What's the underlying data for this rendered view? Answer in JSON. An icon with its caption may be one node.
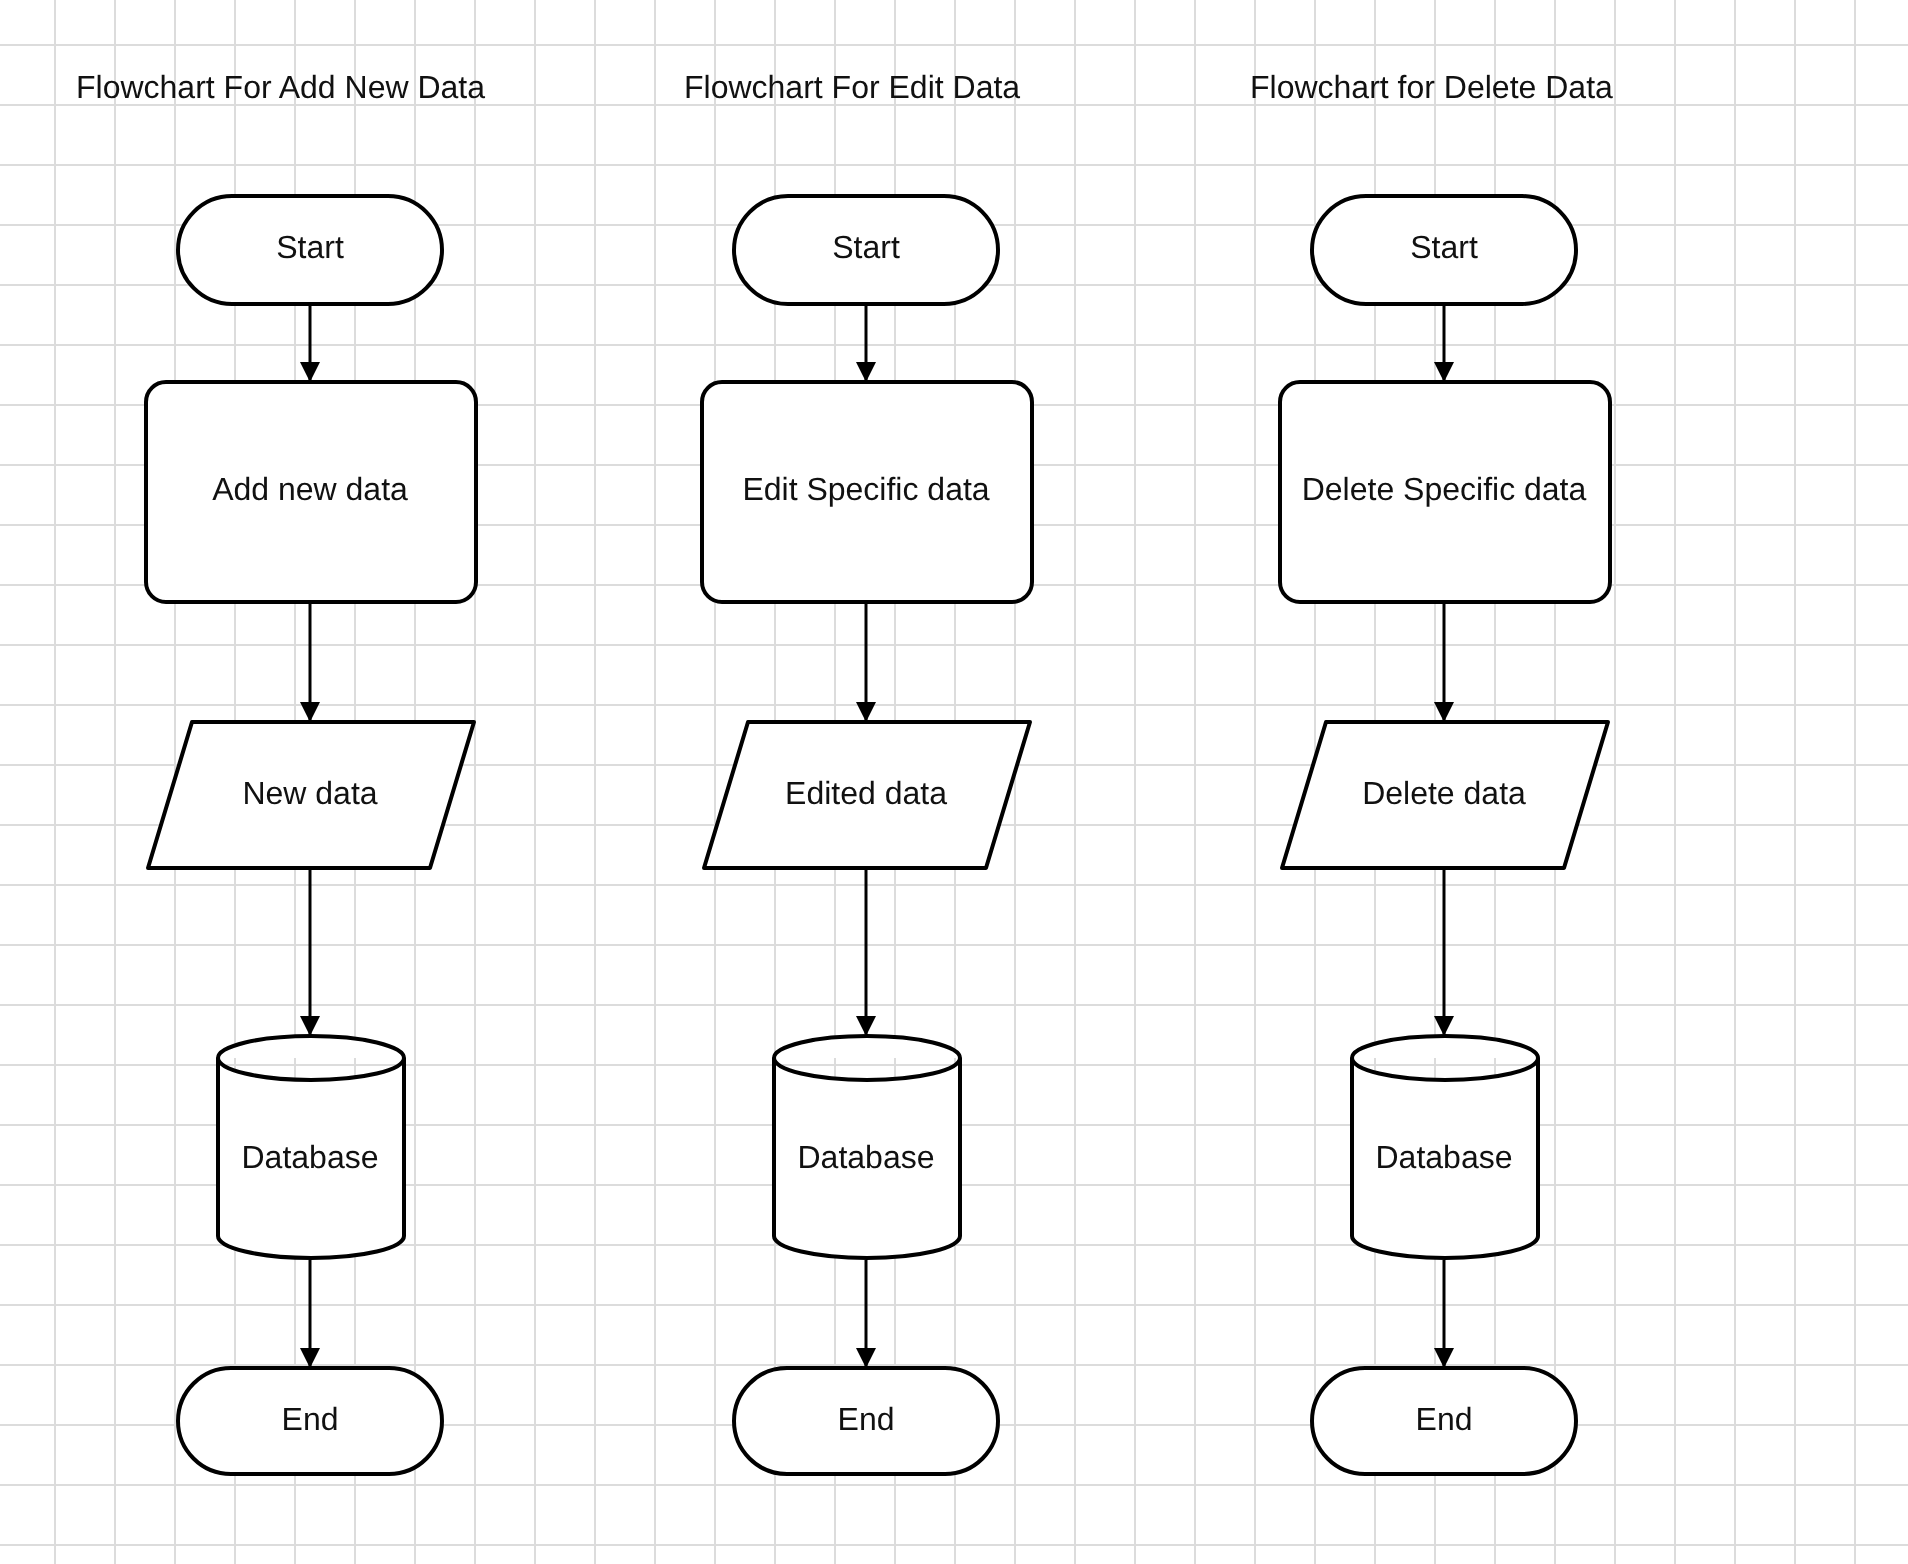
{
  "diagram": {
    "nodes": [
      {
        "text": [
          "Start"
        ]
      },
      {
        "text": [
          "Add new data"
        ]
      },
      {
        "text": [
          "New data"
        ]
      },
      {
        "text": [
          "Database"
        ]
      },
      {
        "text": [
          "End"
        ]
      },
      {
        "text": [
          "Start"
        ]
      },
      {
        "text": [
          "Edit Specific data"
        ]
      },
      {
        "text": [
          "Edited data"
        ]
      },
      {
        "text": [
          "Database"
        ]
      },
      {
        "text": [
          "End"
        ]
      },
      {
        "text": [
          "Start"
        ]
      },
      {
        "text": [
          "Delete Specific data"
        ]
      },
      {
        "text": [
          "Delete data"
        ]
      },
      {
        "text": [
          "Database"
        ]
      },
      {
        "text": [
          "End"
        ]
      }
    ],
    "edges": [
      {
        "from": 0,
        "to": 1,
        "arrow": "to"
      },
      {
        "from": 1,
        "to": 2,
        "arrow": "to"
      },
      {
        "from": 2,
        "to": 3,
        "arrow": "to"
      },
      {
        "from": 3,
        "to": 4,
        "arrow": "to"
      },
      {
        "from": 5,
        "to": 6,
        "arrow": "to"
      },
      {
        "from": 6,
        "to": 7,
        "arrow": "to"
      },
      {
        "from": 7,
        "to": 8,
        "arrow": "to"
      },
      {
        "from": 8,
        "to": 9,
        "arrow": "to"
      },
      {
        "from": 10,
        "to": 11,
        "arrow": "to"
      },
      {
        "from": 11,
        "to": 12,
        "arrow": "to"
      },
      {
        "from": 12,
        "to": 13,
        "arrow": "to"
      },
      {
        "from": 13,
        "to": 14,
        "arrow": "to"
      }
    ],
    "labels": [
      "Flowchart For Add New Data",
      "Flowchart For Edit Data",
      "Flowchart for Delete Data"
    ]
  }
}
